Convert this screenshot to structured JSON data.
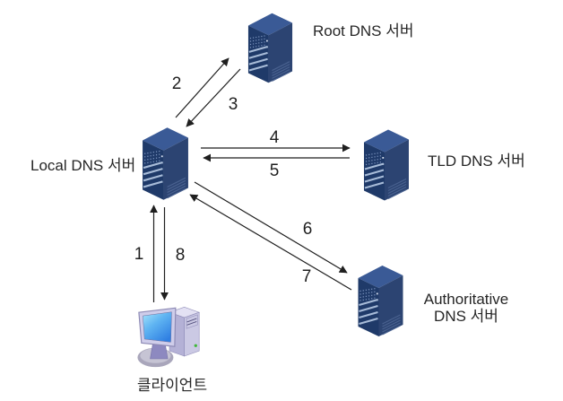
{
  "diagram": {
    "background": "#ffffff",
    "nodes": [
      {
        "id": "root-dns",
        "type": "server",
        "label": "Root DNS 서버"
      },
      {
        "id": "local-dns",
        "type": "server",
        "label": "Local DNS 서버"
      },
      {
        "id": "tld-dns",
        "type": "server",
        "label": "TLD DNS 서버"
      },
      {
        "id": "authoritative-dns",
        "type": "server",
        "label_line1": "Authoritative",
        "label_line2": "DNS 서버"
      },
      {
        "id": "client",
        "type": "client",
        "label": "클라이언트"
      }
    ],
    "arrows": [
      {
        "label": "1",
        "from": "client",
        "to": "local-dns"
      },
      {
        "label": "2",
        "from": "local-dns",
        "to": "root-dns"
      },
      {
        "label": "3",
        "from": "root-dns",
        "to": "local-dns"
      },
      {
        "label": "4",
        "from": "local-dns",
        "to": "tld-dns"
      },
      {
        "label": "5",
        "from": "tld-dns",
        "to": "local-dns"
      },
      {
        "label": "6",
        "from": "local-dns",
        "to": "authoritative-dns"
      },
      {
        "label": "7",
        "from": "authoritative-dns",
        "to": "local-dns"
      },
      {
        "label": "8",
        "from": "local-dns",
        "to": "client"
      }
    ],
    "colors": {
      "line": "#1f1f1f",
      "text": "#262626",
      "server_top": "#3a5a96",
      "server_front": "#1f3a69",
      "server_side": "#2c4472",
      "server_stripe": "#a8bcd8",
      "server_dots": "#7f97c1",
      "server_vents": "#49618f",
      "client_screen_top": "#8fd8fa",
      "client_screen_bottom": "#2f7fe2",
      "client_body": "#cbc9e4"
    }
  }
}
